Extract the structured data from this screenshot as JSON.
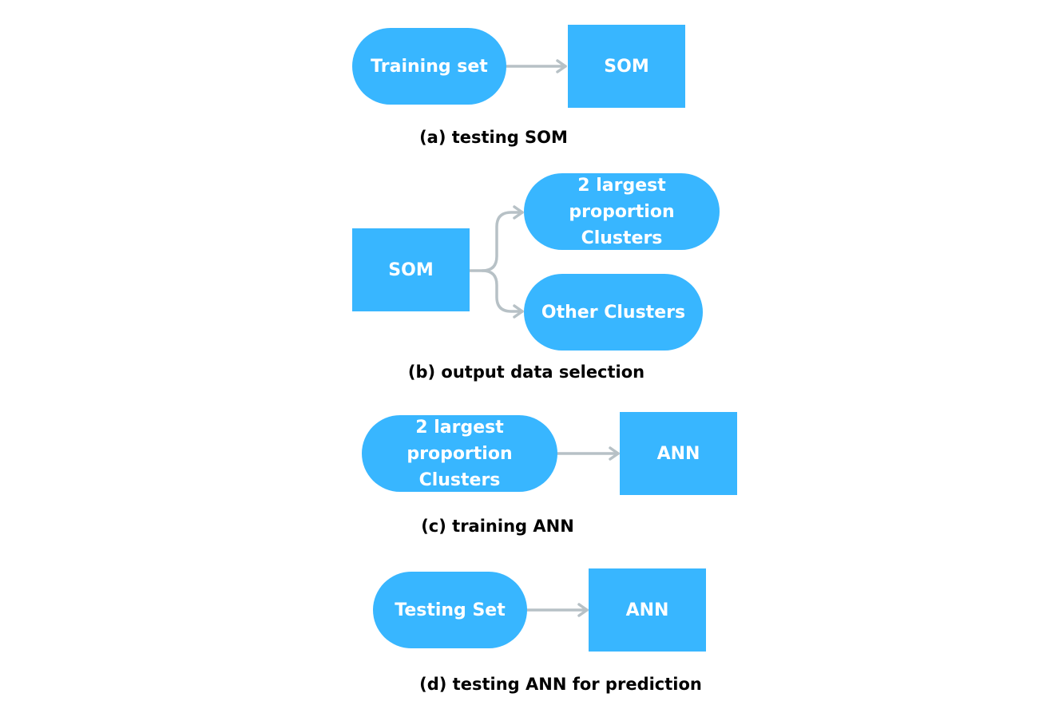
{
  "colors": {
    "node_fill": "#38b6ff",
    "node_text": "#ffffff",
    "arrow": "#b7c1c6",
    "caption_text": "#000000"
  },
  "panel_a": {
    "source": "Training set",
    "target": "SOM",
    "caption": "(a) testing SOM"
  },
  "panel_b": {
    "source": "SOM",
    "target_top": "2 largest proportion\nClusters",
    "target_bottom": "Other Clusters",
    "caption": "(b) output data selection"
  },
  "panel_c": {
    "source": "2 largest proportion\nClusters",
    "target": "ANN",
    "caption": "(c) training ANN"
  },
  "panel_d": {
    "source": "Testing Set",
    "target": "ANN",
    "caption": "(d) testing ANN for prediction"
  }
}
